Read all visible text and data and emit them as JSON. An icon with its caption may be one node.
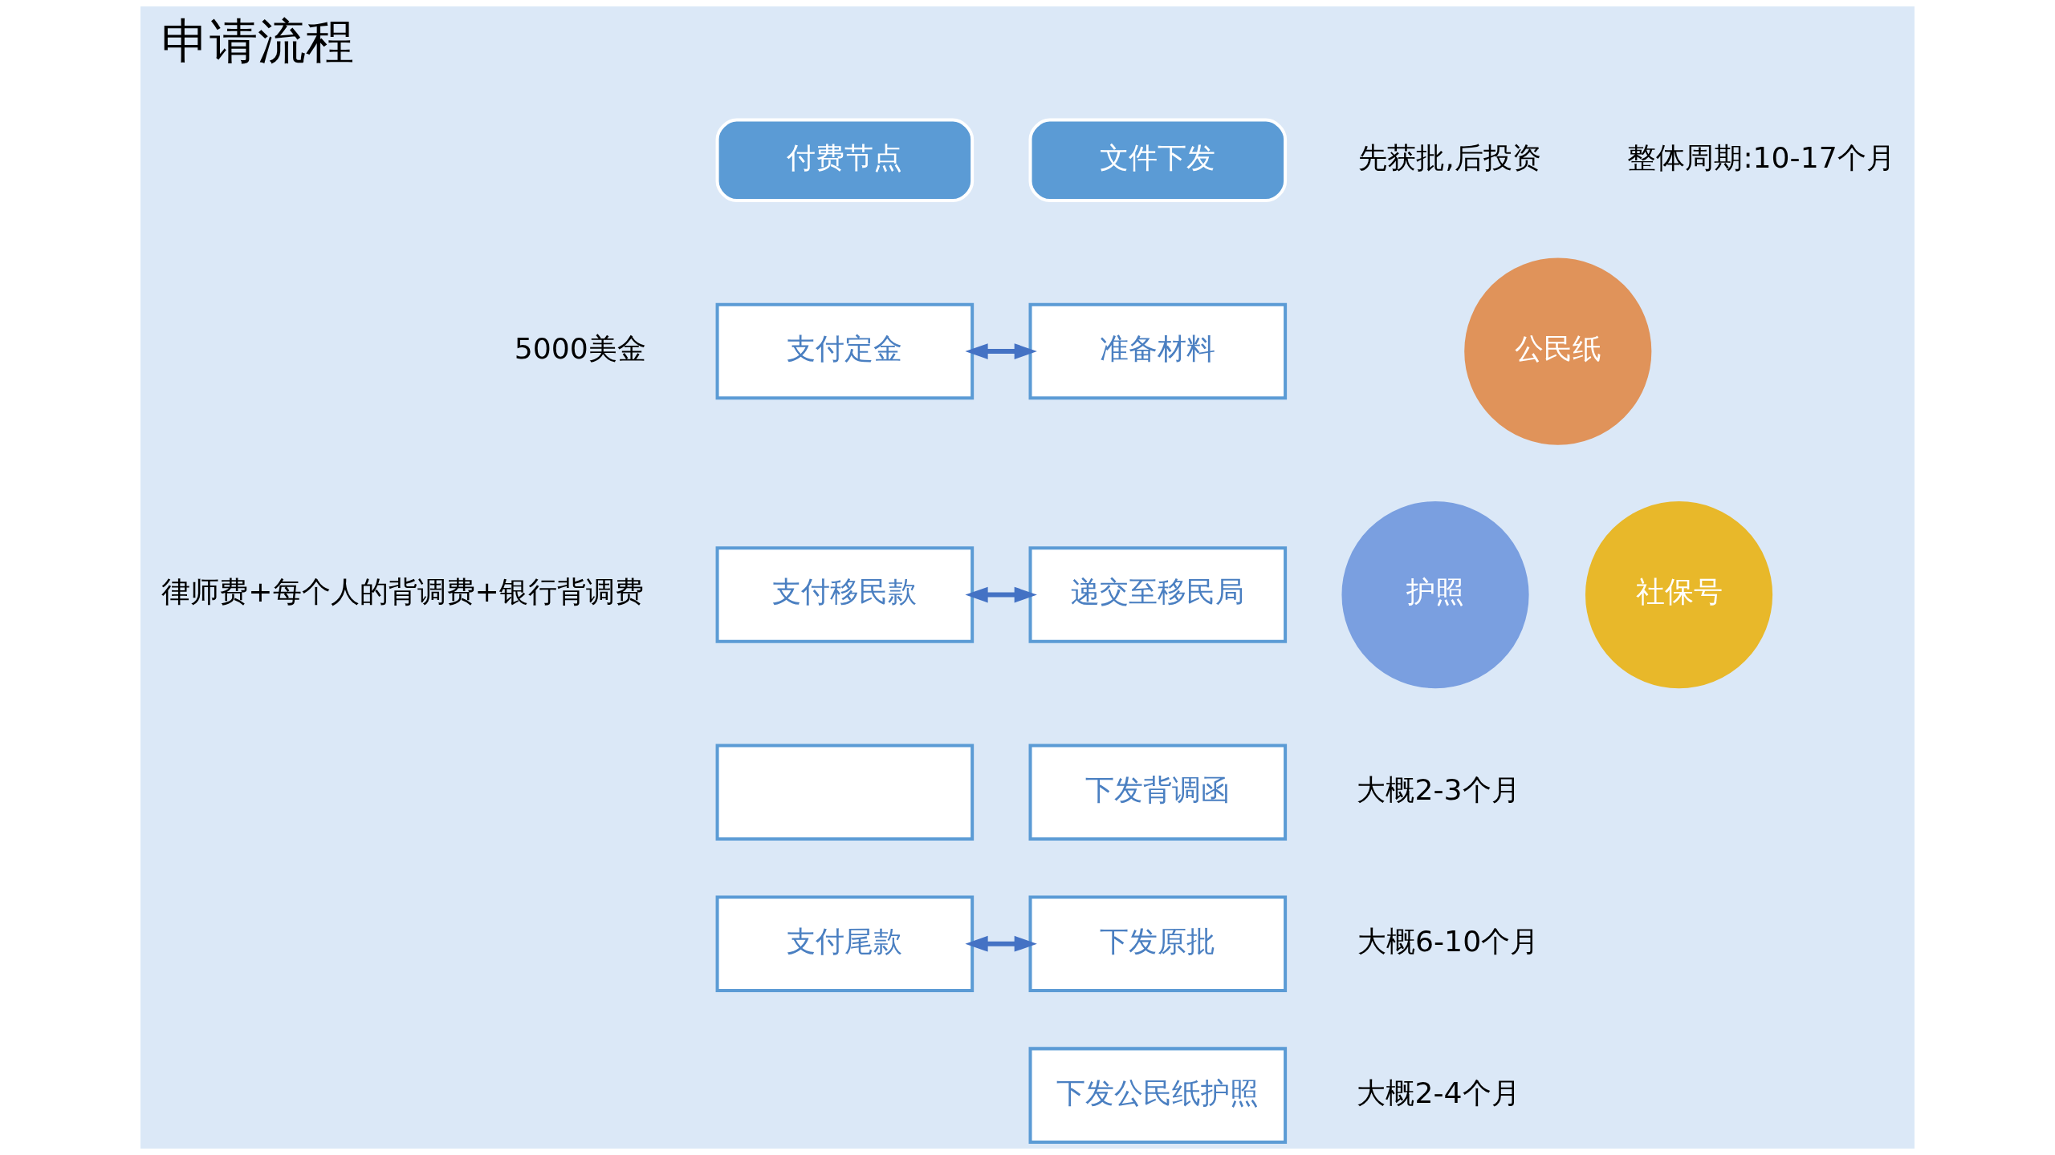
{
  "diagram": {
    "title": "申请流程",
    "nodes": [
      {
        "text": [
          "付费节点"
        ]
      },
      {
        "text": [
          "文件下发"
        ]
      },
      {
        "text": [
          "支付定金"
        ],
        "beside": [
          "5000美金"
        ]
      },
      {
        "text": [
          "准备材料"
        ]
      },
      {
        "text": [
          "支付移民款"
        ],
        "beside": [
          "律师费+每个人的背调费+银行背调费"
        ]
      },
      {
        "text": [
          "递交至移民局"
        ]
      },
      {
        "text": [],
        "shape": "box"
      },
      {
        "text": [
          "下发背调函"
        ]
      },
      {
        "text": [
          "支付尾款"
        ]
      },
      {
        "text": [
          "下发原批"
        ]
      },
      {
        "text": [
          "下发公民纸护照"
        ]
      },
      {
        "text": [
          "公民纸"
        ]
      },
      {
        "text": [
          "护照"
        ]
      },
      {
        "text": [
          "社保号"
        ]
      }
    ],
    "edges": [
      {
        "from": 2,
        "to": 3,
        "arrow": "both"
      },
      {
        "from": 4,
        "to": 5,
        "arrow": "both"
      },
      {
        "from": 8,
        "to": 9,
        "arrow": "both"
      }
    ],
    "labels": [
      "大概2-3个月",
      "大概6-10个月",
      "大概2-4个月",
      "先获批,后投资",
      "整体周期:10-17个月"
    ]
  }
}
